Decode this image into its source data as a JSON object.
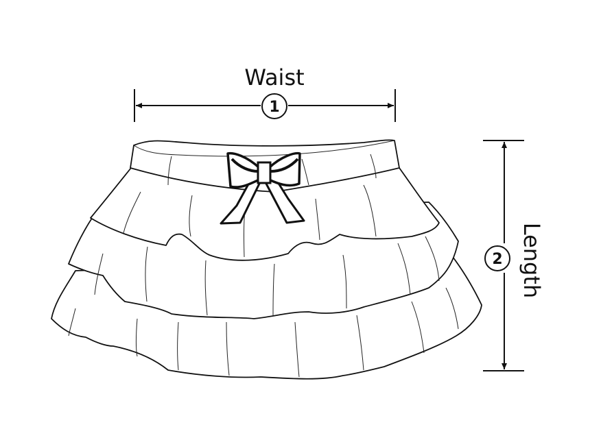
{
  "measurements": {
    "waist": {
      "label": "Waist",
      "number": "1"
    },
    "length": {
      "label": "Length",
      "number": "2"
    }
  },
  "colors": {
    "line": "#111111",
    "background": "#ffffff"
  }
}
